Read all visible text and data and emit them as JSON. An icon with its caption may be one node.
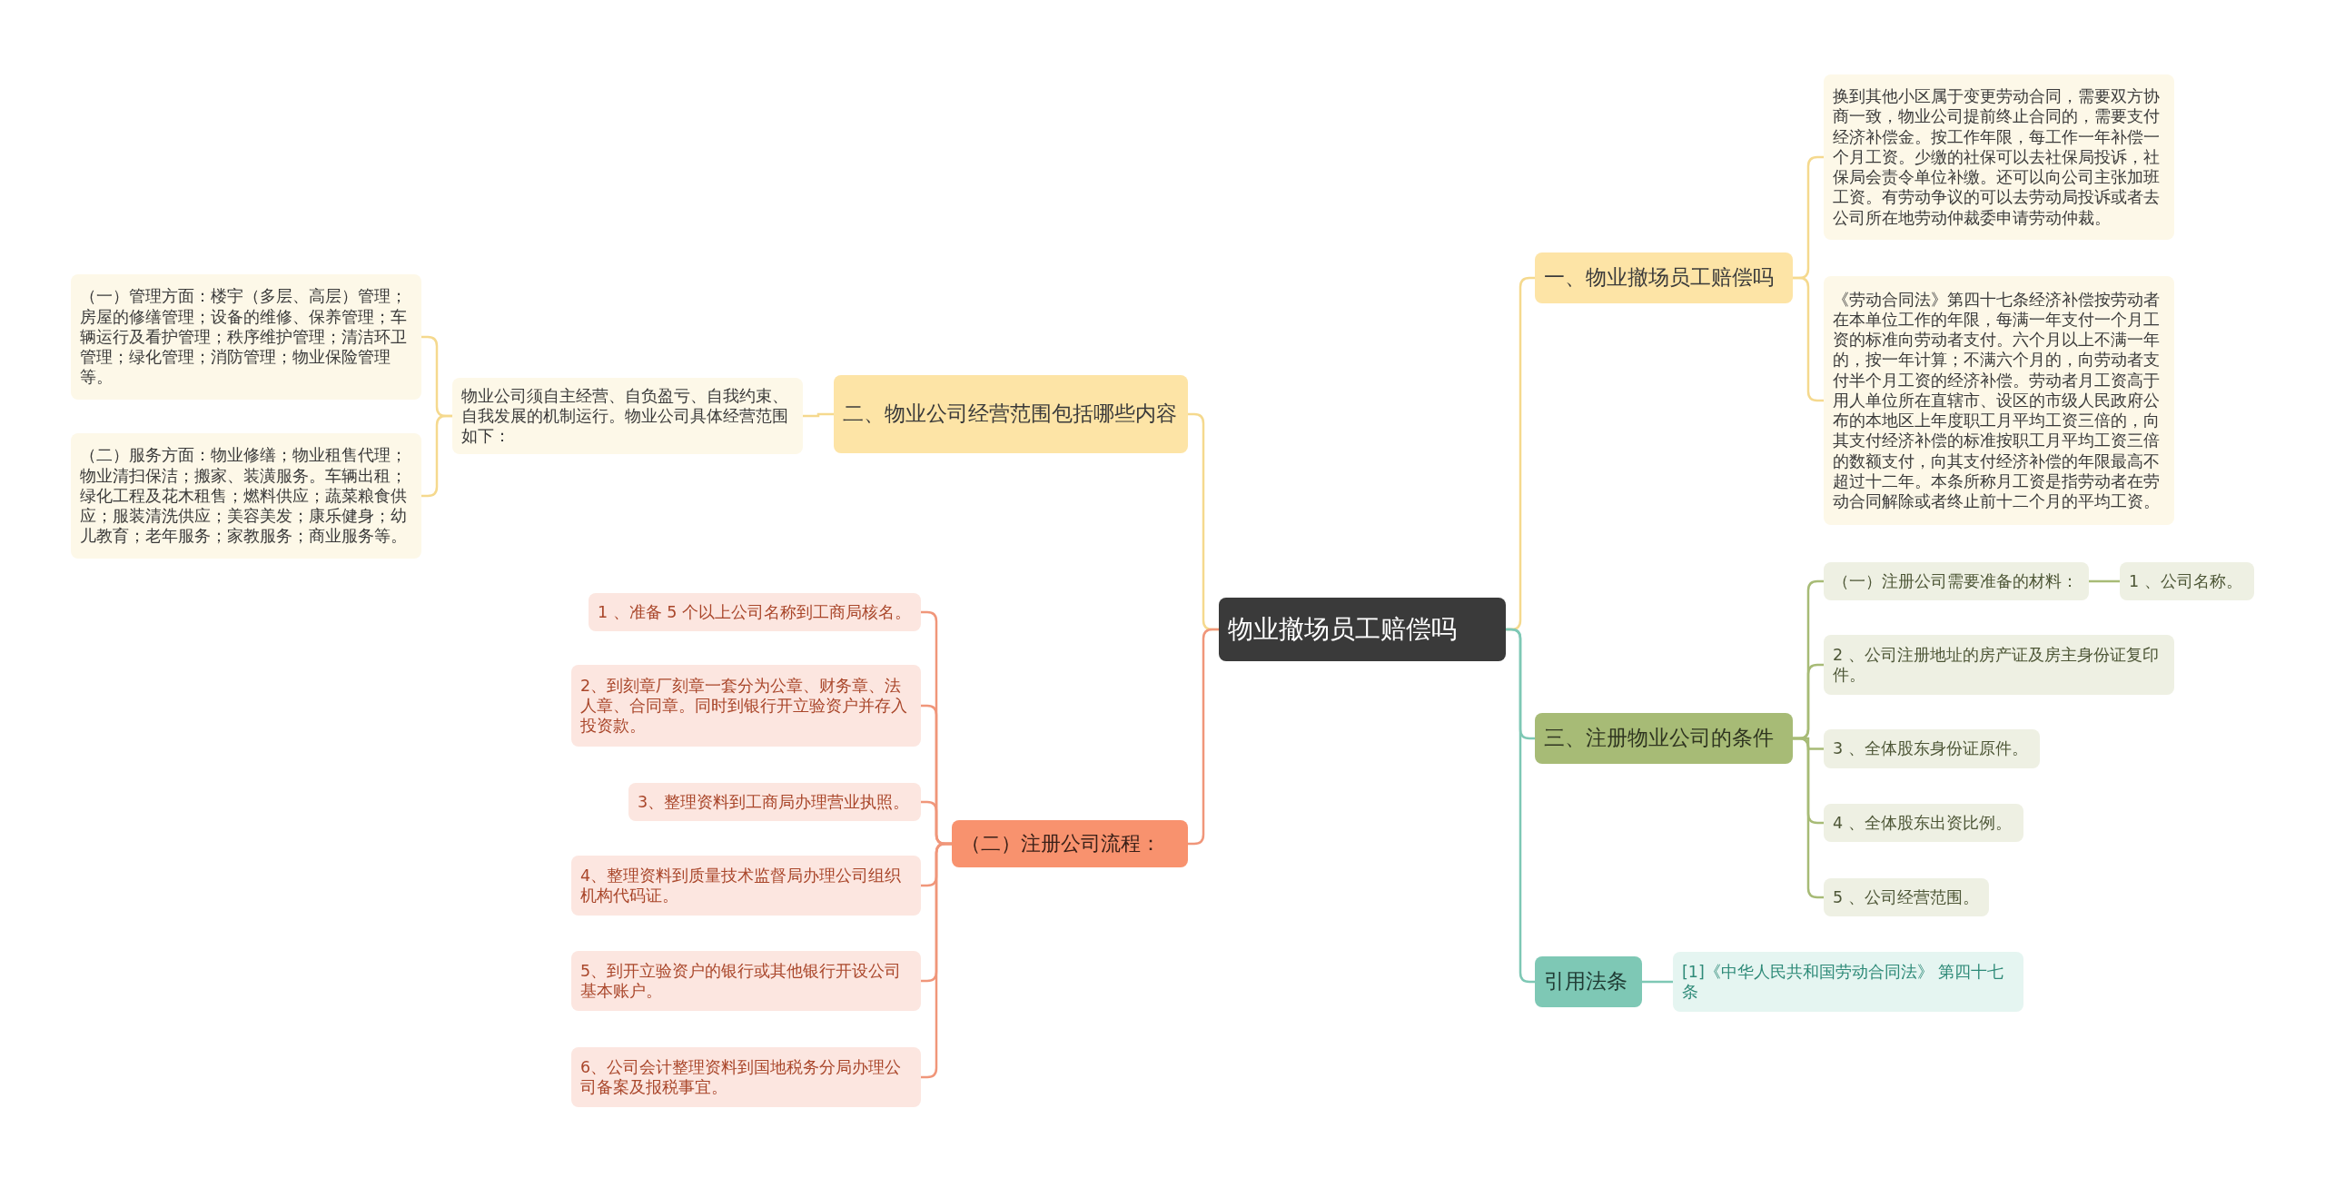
{
  "diagram": {
    "nodes": [
      {
        "text": [
          "物业撤场员工赔偿吗"
        ]
      },
      {
        "text": [
          "一、物业撤场员工赔偿吗"
        ]
      },
      {
        "text": [
          "换到其他小区属于变更劳动合同，需要双方协商一致，物业公司提前终止合同的，需要支付经济补偿金。按工作年限，每工作一年补偿一个月工资。少缴的社保可以去社保局投诉，社保局会责令单位补缴。还可以向公司主张加班工资。有劳动争议的可以去劳动局投诉或者去公司所在地劳动仲裁委申请劳动仲裁。"
        ]
      },
      {
        "text": [
          "《劳动合同法》第四十七条经济补偿按劳动者在本单位工作的年限，每满一年支付一个月工资的标准向劳动者支付。六个月以上不满一年的，按一年计算；不满六个月的，向劳动者支付半个月工资的经济补偿。劳动者月工资高于用人单位所在直辖市、设区的市级人民政府公布的本地区上年度职工月平均工资三倍的，向其支付经济补偿的标准按职工月平均工资三倍的数额支付，向其支付经济补偿的年限最高不超过十二年。本条所称月工资是指劳动者在劳动合同解除或者终止前十二个月的平均工资。"
        ]
      },
      {
        "text": [
          "三、注册物业公司的条件"
        ]
      },
      {
        "text": [
          "（一）注册公司需要准备的材料："
        ]
      },
      {
        "text": [
          "1 、公司名称。"
        ]
      },
      {
        "text": [
          "2 、公司注册地址的房产证及房主身份证复印件。"
        ]
      },
      {
        "text": [
          "3 、全体股东身份证原件。"
        ]
      },
      {
        "text": [
          "4 、全体股东出资比例。"
        ]
      },
      {
        "text": [
          "5 、公司经营范围。"
        ]
      },
      {
        "text": [
          "引用法条"
        ]
      },
      {
        "text": [
          "[1]《中华人民共和国劳动合同法》 第四十七条"
        ]
      },
      {
        "text": [
          "二、物业公司经营范围包括哪些内容"
        ]
      },
      {
        "text": [
          "物业公司须自主经营、自负盈亏、自我约束、自我发展的机制运行。物业公司具体经营范围如下："
        ]
      },
      {
        "text": [
          "（一）管理方面：楼宇（多层、高层）管理；房屋的修缮管理；设备的维修、保养管理；车辆运行及看护管理；秩序维护管理；清洁环卫管理；绿化管理；消防管理；物业保险管理等。"
        ]
      },
      {
        "text": [
          "（二）服务方面：物业修缮；物业租售代理；物业清扫保洁；搬家、装潢服务。车辆出租；绿化工程及花木租售；燃料供应；蔬菜粮食供应；服装清洗供应；美容美发；康乐健身；幼儿教育；老年服务；家教服务；商业服务等。"
        ]
      },
      {
        "text": [
          "（二）注册公司流程："
        ]
      },
      {
        "text": [
          "1 、准备 5 个以上公司名称到工商局核名。"
        ]
      },
      {
        "text": [
          "2、到刻章厂刻章一套分为公章、财务章、法人章、合同章。同时到银行开立验资户并存入投资款。"
        ]
      },
      {
        "text": [
          "3、整理资料到工商局办理营业执照。"
        ]
      },
      {
        "text": [
          "4、整理资料到质量技术监督局办理公司组织机构代码证。"
        ]
      },
      {
        "text": [
          "5、到开立验资户的银行或其他银行开设公司基本账户。"
        ]
      },
      {
        "text": [
          "6、公司会计整理资料到国地税务分局办理公司备案及报税事宜。"
        ]
      }
    ],
    "edges": [
      {
        "from": 0,
        "to": 1,
        "arrow": "none",
        "color": "#f5d98e"
      },
      {
        "from": 1,
        "to": 2,
        "arrow": "none",
        "color": "#f5d98e"
      },
      {
        "from": 1,
        "to": 3,
        "arrow": "none",
        "color": "#f5d98e"
      },
      {
        "from": 0,
        "to": 4,
        "arrow": "none",
        "color": "#7ec8b5"
      },
      {
        "from": 4,
        "to": 5,
        "arrow": "none",
        "color": "#a7bb76"
      },
      {
        "from": 5,
        "to": 6,
        "arrow": "none",
        "color": "#a7bb76"
      },
      {
        "from": 4,
        "to": 7,
        "arrow": "none",
        "color": "#a7bb76"
      },
      {
        "from": 4,
        "to": 8,
        "arrow": "none",
        "color": "#a7bb76"
      },
      {
        "from": 4,
        "to": 9,
        "arrow": "none",
        "color": "#a7bb76"
      },
      {
        "from": 4,
        "to": 10,
        "arrow": "none",
        "color": "#a7bb76"
      },
      {
        "from": 0,
        "to": 11,
        "arrow": "none",
        "color": "#7ec8b5"
      },
      {
        "from": 11,
        "to": 12,
        "arrow": "none",
        "color": "#7ec8b5"
      },
      {
        "from": 0,
        "to": 13,
        "arrow": "none",
        "color": "#f5d98e"
      },
      {
        "from": 13,
        "to": 14,
        "arrow": "none",
        "color": "#f5d98e"
      },
      {
        "from": 14,
        "to": 15,
        "arrow": "none",
        "color": "#f5d98e"
      },
      {
        "from": 14,
        "to": 16,
        "arrow": "none",
        "color": "#f5d98e"
      },
      {
        "from": 0,
        "to": 17,
        "arrow": "none",
        "color": "#f0967a"
      },
      {
        "from": 17,
        "to": 18,
        "arrow": "none",
        "color": "#f0967a"
      },
      {
        "from": 17,
        "to": 19,
        "arrow": "none",
        "color": "#f0967a"
      },
      {
        "from": 17,
        "to": 20,
        "arrow": "none",
        "color": "#f0967a"
      },
      {
        "from": 17,
        "to": 21,
        "arrow": "none",
        "color": "#f0967a"
      },
      {
        "from": 17,
        "to": 22,
        "arrow": "none",
        "color": "#f0967a"
      },
      {
        "from": 17,
        "to": 23,
        "arrow": "none",
        "color": "#f0967a"
      }
    ]
  }
}
